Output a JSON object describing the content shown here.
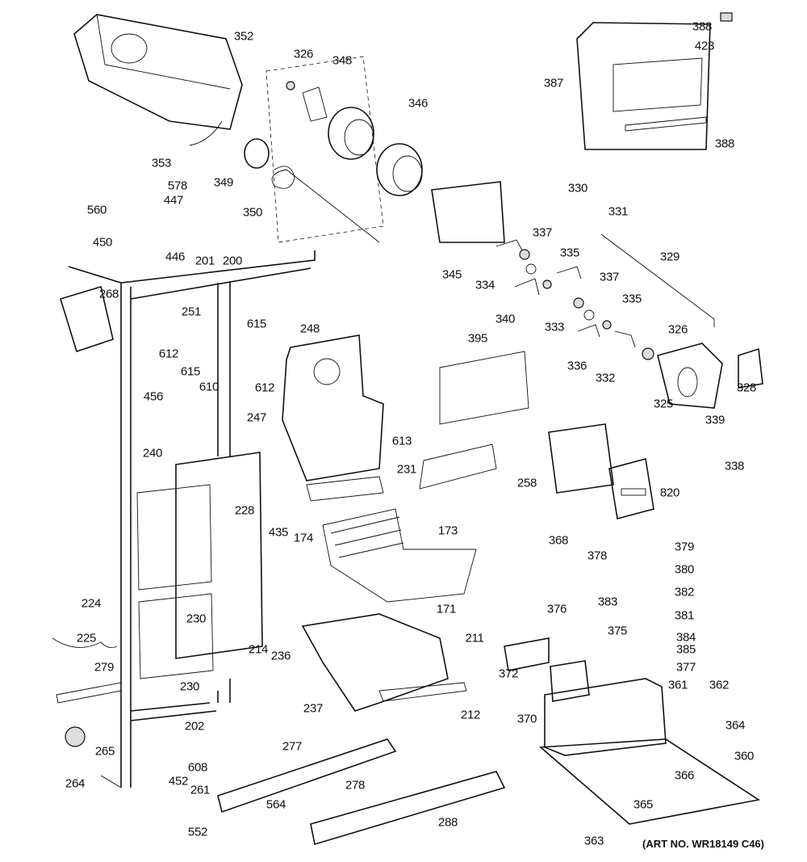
{
  "diagram": {
    "caption": "(ART NO. WR18149 C46)",
    "labels": [
      "352",
      "326",
      "348",
      "346",
      "353",
      "349",
      "350",
      "578",
      "447",
      "560",
      "450",
      "446",
      "388",
      "423",
      "387",
      "388",
      "330",
      "331",
      "345",
      "337",
      "334",
      "335",
      "329",
      "340",
      "337",
      "333",
      "335",
      "326",
      "336",
      "332",
      "325",
      "328",
      "339",
      "338",
      "201",
      "200",
      "268",
      "251",
      "615",
      "612",
      "615",
      "610",
      "612",
      "248",
      "395",
      "456",
      "247",
      "613",
      "240",
      "231",
      "258",
      "820",
      "228",
      "435",
      "174",
      "173",
      "368",
      "378",
      "379",
      "380",
      "382",
      "381",
      "376",
      "383",
      "375",
      "384",
      "385",
      "377",
      "224",
      "225",
      "279",
      "230",
      "214",
      "211",
      "236",
      "171",
      "230",
      "372",
      "361",
      "362",
      "237",
      "212",
      "370",
      "202",
      "265",
      "264",
      "364",
      "360",
      "277",
      "608",
      "278",
      "366",
      "452",
      "261",
      "365",
      "564",
      "288",
      "552",
      "363"
    ]
  }
}
